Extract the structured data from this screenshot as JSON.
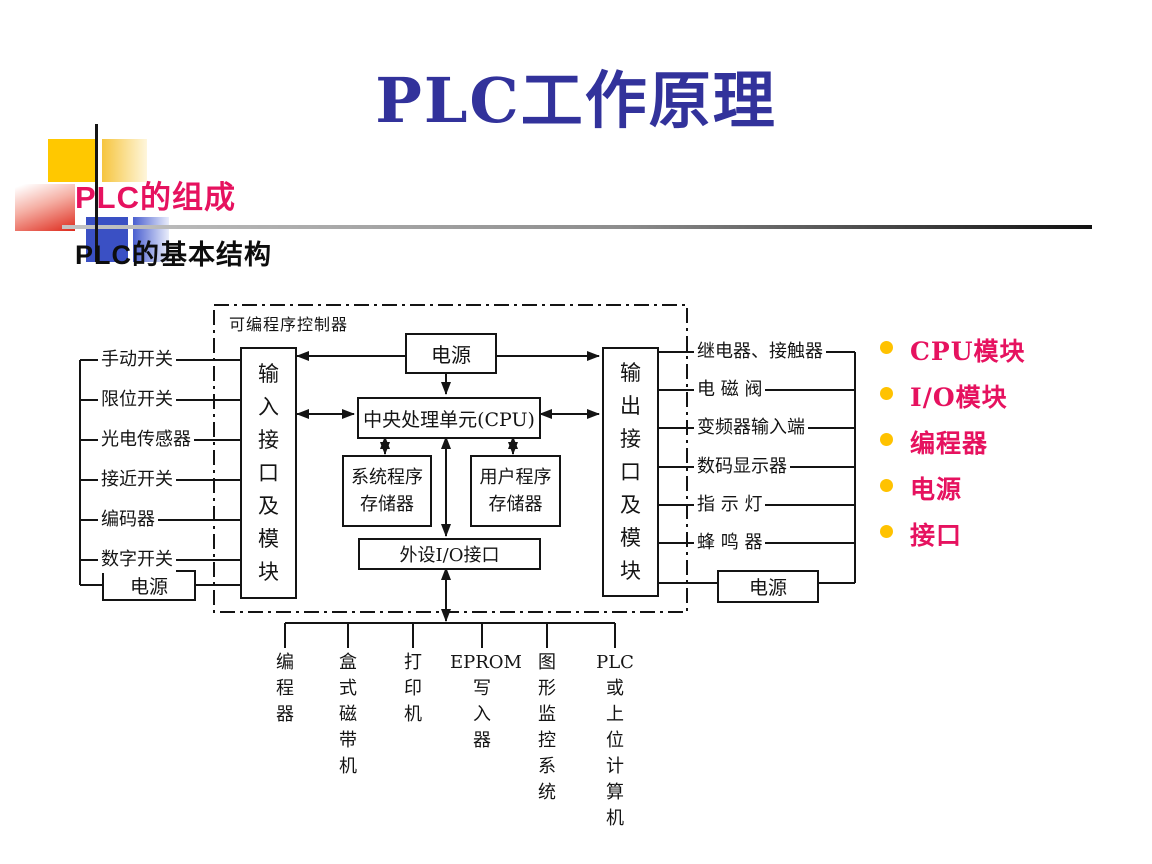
{
  "slide": {
    "title": "PLC工作原理",
    "heading": "PLC的组成",
    "subheading": "PLC的基本结构"
  },
  "diagram": {
    "boundary_label": "可编程序控制器",
    "input_module": "输\n入\n接\n口\n及\n模\n块",
    "output_module": "输\n出\n接\n口\n及\n模\n块",
    "power_top": "电源",
    "power_left": "电源",
    "power_right": "电源",
    "cpu": "中央处理单元(CPU)",
    "sys_memory": "系统程序\n存储器",
    "user_memory": "用户程序\n存储器",
    "peripheral_io": "外设I/O接口",
    "inputs": [
      "手动开关",
      "限位开关",
      "光电传感器",
      "接近开关",
      "编码器",
      "数字开关"
    ],
    "outputs": [
      "继电器、接触器",
      "电 磁 阀",
      "变频器输入端",
      "数码显示器",
      "指 示 灯",
      "蜂 鸣 器"
    ],
    "peripherals": [
      "编\n程\n器",
      "盒\n式\n磁\n带\n机",
      "打\n印\n机",
      "EPROM\n写\n入\n器",
      "图\n形\n监\n控\n系\n统",
      "PLC\n或\n上\n位\n计\n算\n机"
    ]
  },
  "bullets": [
    "CPU模块",
    "I/O模块",
    "编程器",
    "电源",
    "接口"
  ],
  "colors": {
    "title": "#32329B",
    "heading": "#E6125F",
    "bullet_dot": "#FFC200",
    "bullet_text": "#E6125F",
    "diagram_line": "#141414"
  }
}
